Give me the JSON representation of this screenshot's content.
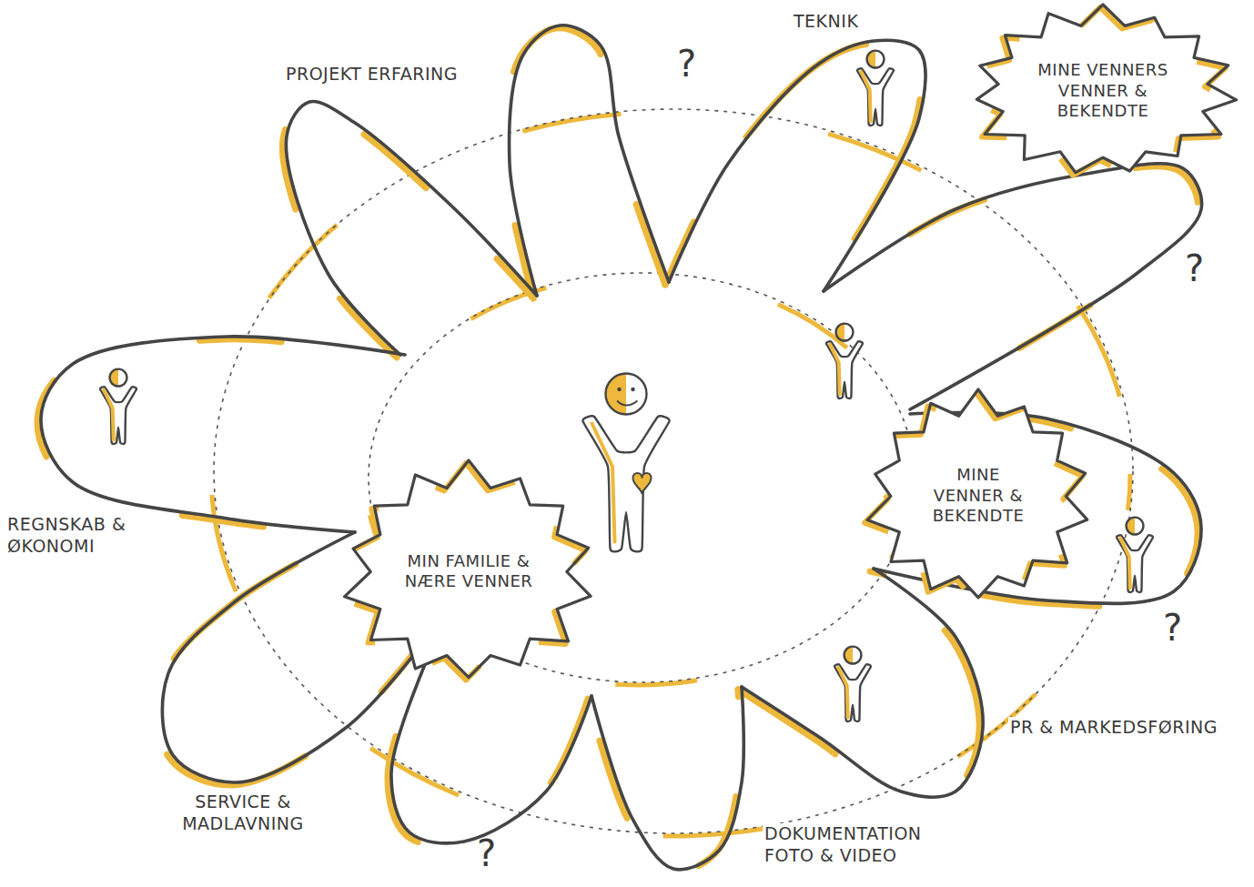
{
  "diagram": {
    "nodes": [
      {
        "text": [
          "MINE VENNERS VENNER & BEKENDTE"
        ]
      },
      {
        "text": [
          "MINE VENNER & BEKENDTE"
        ]
      },
      {
        "text": [
          "MIN FAMILIE & NÆRE VENNER"
        ]
      }
    ],
    "labels": [
      "TEKNIK",
      "PROJEKT ERFARING",
      "?",
      "?",
      "REGNSKAB & ØKONOMI",
      "?",
      "PR & MARKEDSFØRING",
      "SERVICE & MADLAVNING",
      "DOKUMENTATION FOTO & VIDEO",
      "?"
    ]
  }
}
